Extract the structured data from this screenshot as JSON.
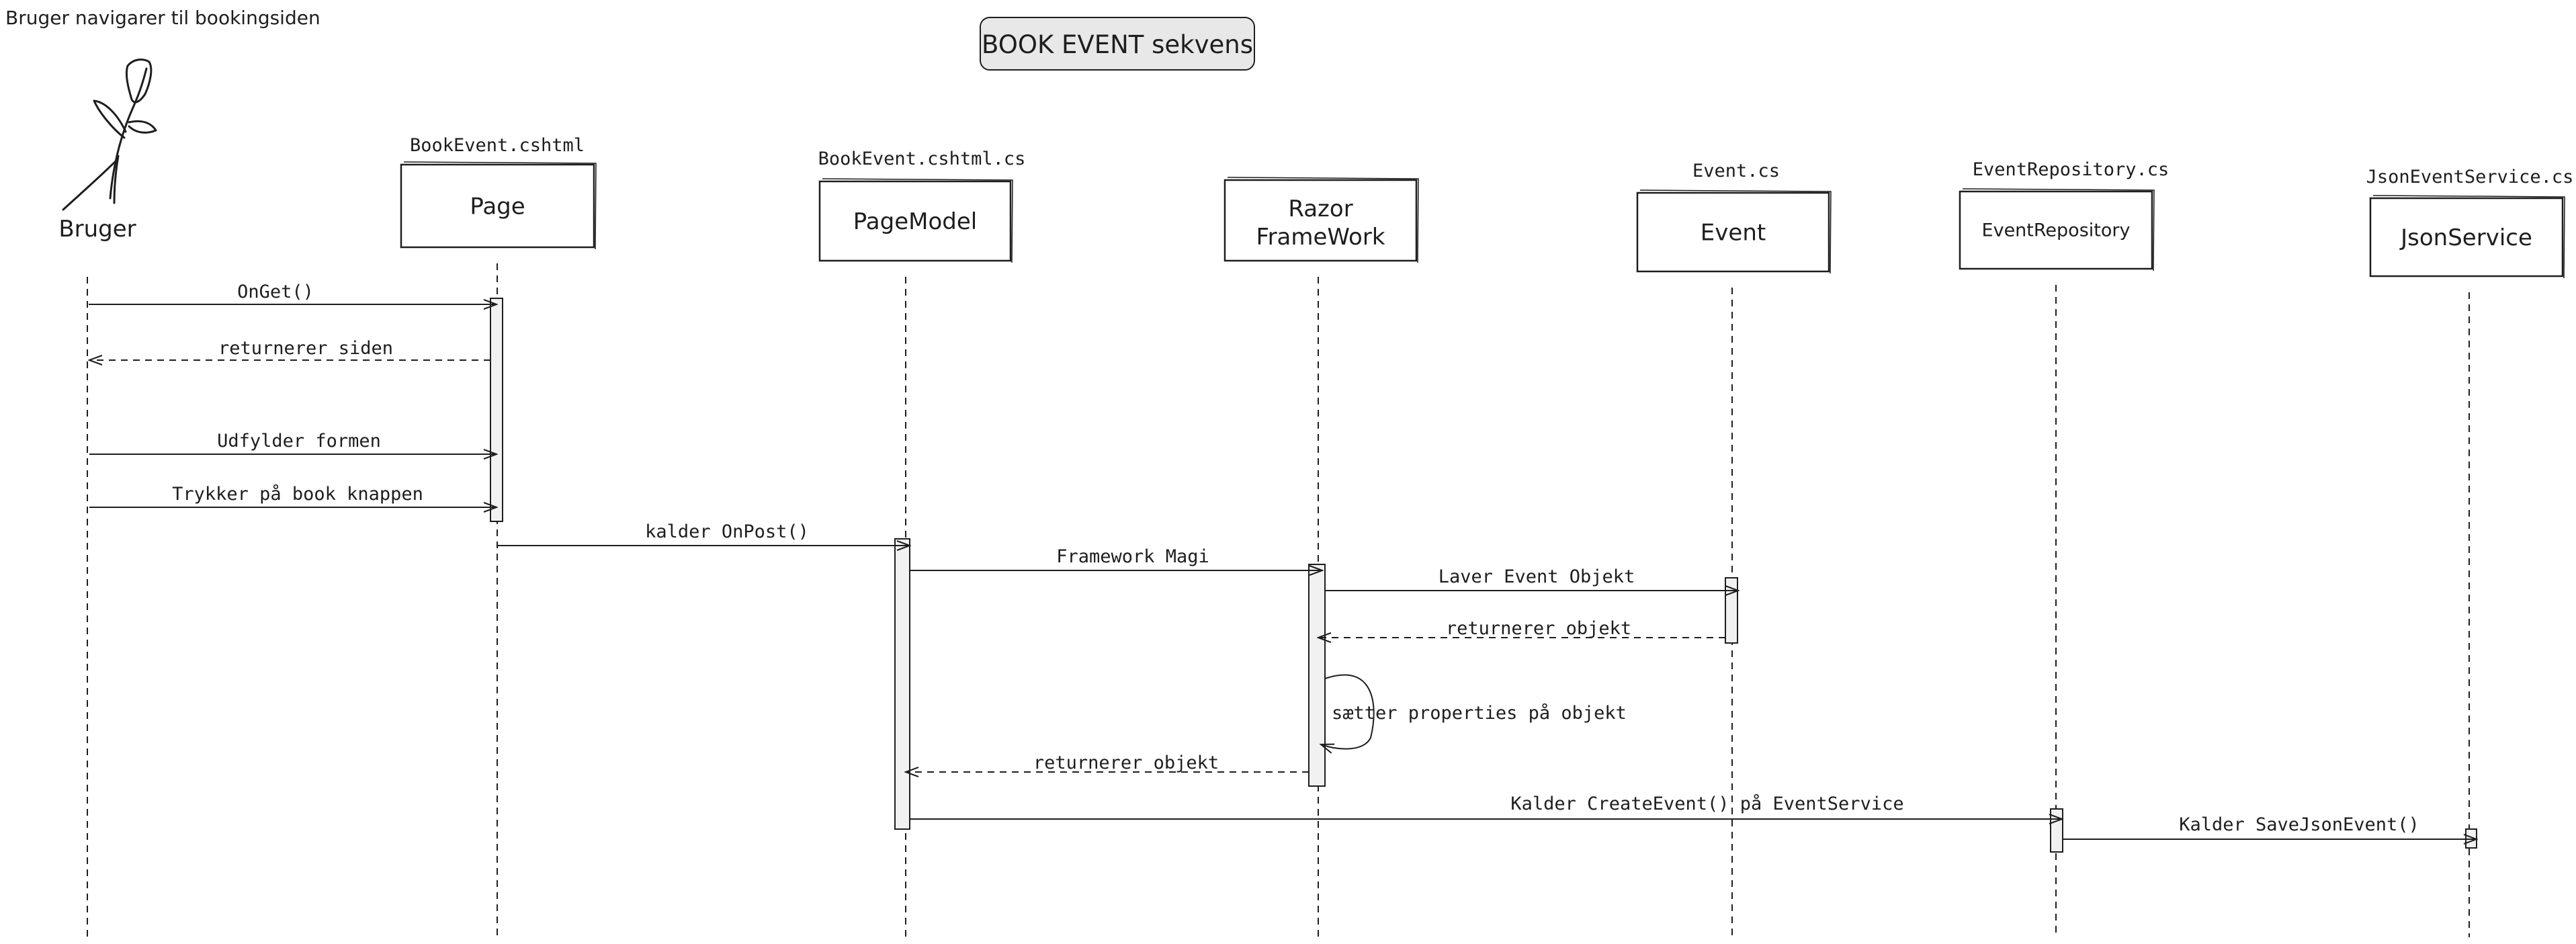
{
  "diagram": {
    "title": "BOOK EVENT sekvens",
    "note": "Bruger navigarer til bookingsiden",
    "actor": {
      "name": "Bruger"
    },
    "participants": [
      {
        "file": "BookEvent.cshtml",
        "line1": "Page",
        "line2": ""
      },
      {
        "file": "BookEvent.cshtml.cs",
        "line1": "PageModel",
        "line2": ""
      },
      {
        "file": "",
        "line1": "Razor",
        "line2": "FrameWork"
      },
      {
        "file": "Event.cs",
        "line1": "Event",
        "line2": ""
      },
      {
        "file": "EventRepository.cs",
        "line1": "EventRepository",
        "line2": ""
      },
      {
        "file": "JsonEventService.cs",
        "line1": "JsonService",
        "line2": ""
      }
    ],
    "messages": [
      {
        "label": "OnGet()",
        "type": "sync"
      },
      {
        "label": "returnerer siden",
        "type": "return"
      },
      {
        "label": "Udfylder formen",
        "type": "sync"
      },
      {
        "label": "Trykker på book knappen",
        "type": "sync"
      },
      {
        "label": "kalder OnPost()",
        "type": "sync"
      },
      {
        "label": "Framework Magi",
        "type": "sync"
      },
      {
        "label": "Laver Event Objekt",
        "type": "sync"
      },
      {
        "label": "returnerer objekt",
        "type": "return"
      },
      {
        "label": "sætter properties på objekt",
        "type": "self"
      },
      {
        "label": "returnerer objekt",
        "type": "return"
      },
      {
        "label": "Kalder CreateEvent() på EventService",
        "type": "sync"
      },
      {
        "label": "Kalder SaveJsonEvent()",
        "type": "sync"
      }
    ]
  }
}
